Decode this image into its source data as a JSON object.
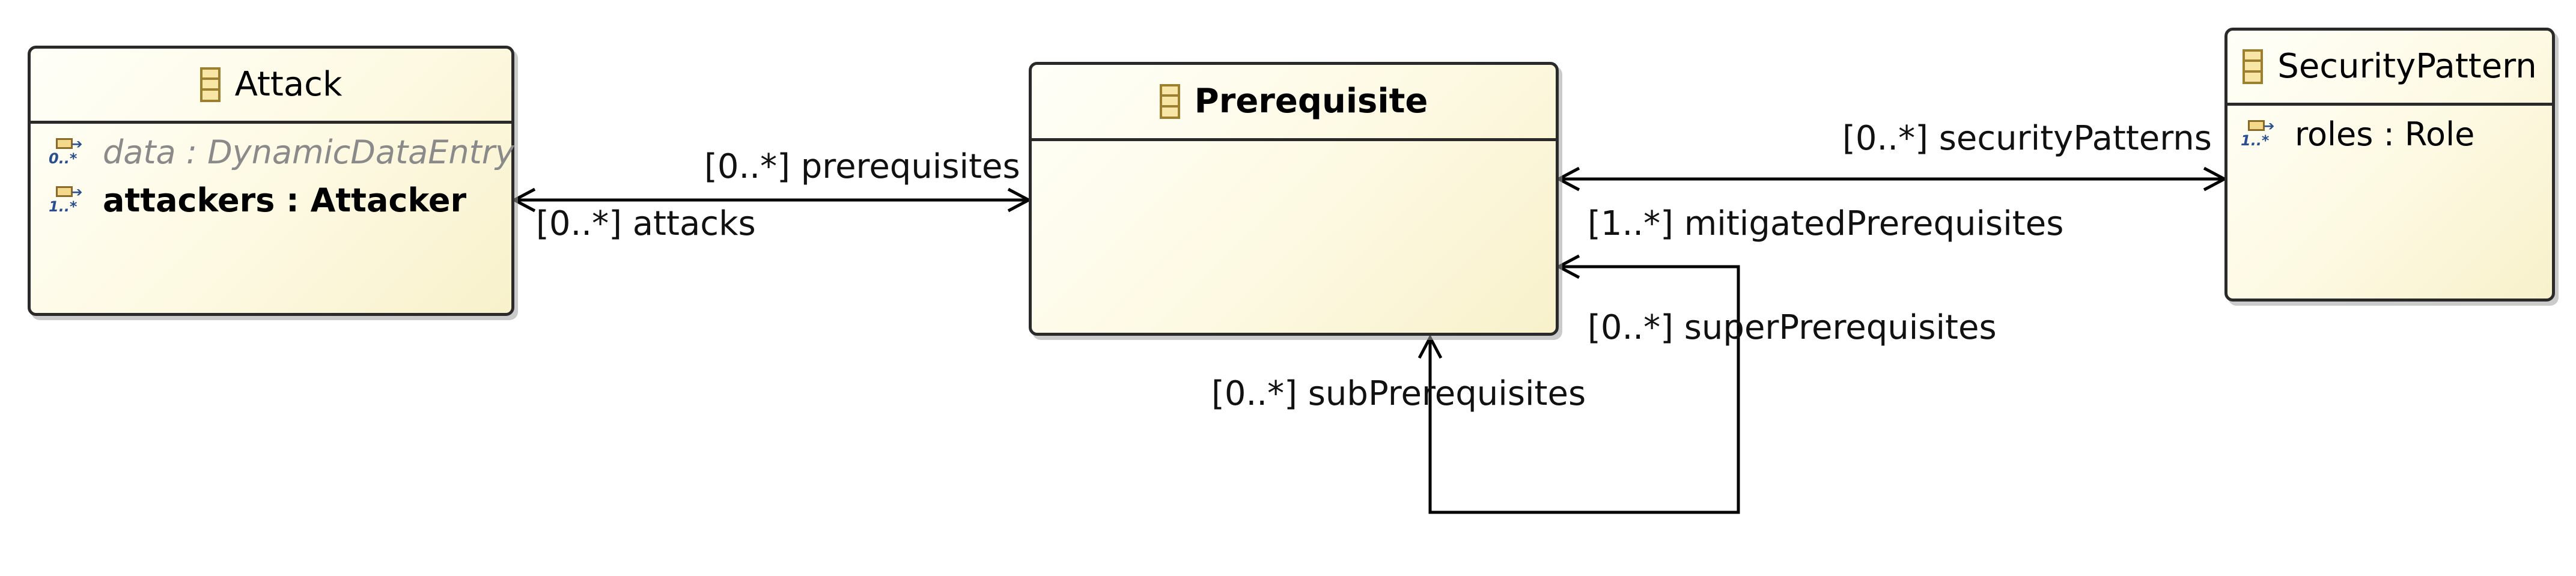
{
  "classes": {
    "attack": {
      "name": "Attack",
      "icon": "class-icon",
      "attributes": [
        {
          "text": "data : DynamicDataEntry",
          "multiplicity_badge": "0..*",
          "icon": "reference-icon",
          "style": "derived"
        },
        {
          "text": "attackers : Attacker",
          "multiplicity_badge": "1..*",
          "icon": "reference-icon",
          "style": "bold"
        }
      ]
    },
    "prerequisite": {
      "name": "Prerequisite",
      "icon": "class-icon",
      "attributes": []
    },
    "security_pattern": {
      "name": "SecurityPattern",
      "icon": "class-icon",
      "attributes": [
        {
          "text": "roles : Role",
          "multiplicity_badge": "1..*",
          "icon": "reference-icon",
          "style": "normal"
        }
      ]
    }
  },
  "associations": {
    "prerequisites": "[0..*] prerequisites",
    "attacks": "[0..*] attacks",
    "security_patterns": "[0..*] securityPatterns",
    "mitigated_prerequisites": "[1..*] mitigatedPrerequisites",
    "super_prerequisites": "[0..*] superPrerequisites",
    "sub_prerequisites": "[0..*] subPrerequisites"
  },
  "colors": {
    "class_fill_light": "#fffff8",
    "class_fill_dark": "#f8f1cb",
    "class_border": "#2a2a2a",
    "derived_text": "#8a8a8a",
    "multiplicity_badge": "#2a4f90"
  }
}
